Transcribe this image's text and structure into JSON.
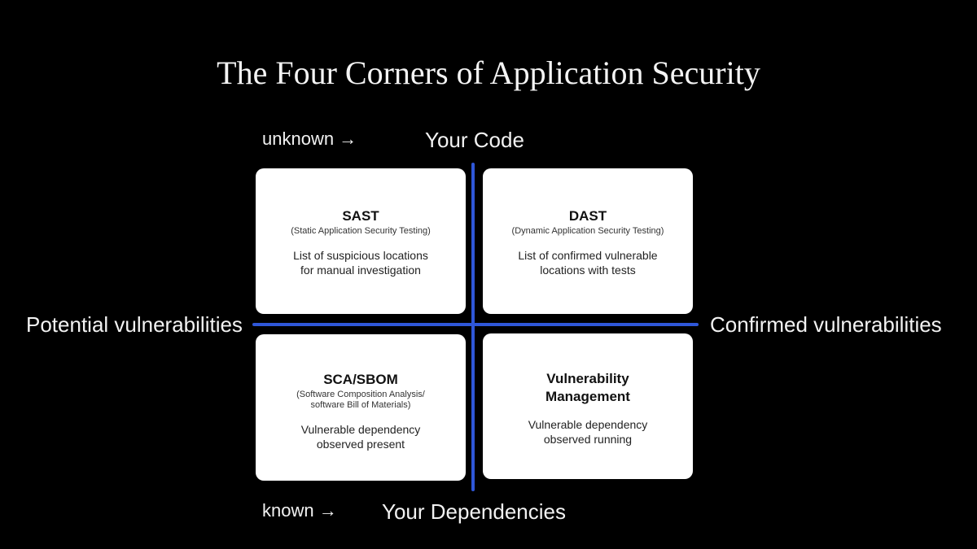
{
  "title": "The Four Corners of Application Security",
  "axes": {
    "top_left": "unknown →",
    "top": "Your Code",
    "bottom_left": "known →",
    "bottom": "Your Dependencies",
    "left": "Potential vulnerabilities",
    "right": "Confirmed vulnerabilities"
  },
  "colors": {
    "background": "#000000",
    "axis": "#2f57d8",
    "card": "#ffffff"
  },
  "quadrants": {
    "sast": {
      "title": "SAST",
      "subtitle": "(Static Application Security Testing)",
      "description_lines": [
        "List of suspicious locations",
        "for manual investigation"
      ]
    },
    "dast": {
      "title": "DAST",
      "subtitle": "(Dynamic Application Security Testing)",
      "description_lines": [
        "List of confirmed vulnerable",
        "locations with tests"
      ]
    },
    "sca": {
      "title": "SCA/SBOM",
      "subtitle_lines": [
        "(Software Composition Analysis/",
        "software Bill of Materials)"
      ],
      "description_lines": [
        "Vulnerable dependency",
        "observed present"
      ]
    },
    "vm": {
      "title_lines": [
        "Vulnerability",
        "Management"
      ],
      "description_lines": [
        "Vulnerable dependency",
        "observed running"
      ]
    }
  }
}
